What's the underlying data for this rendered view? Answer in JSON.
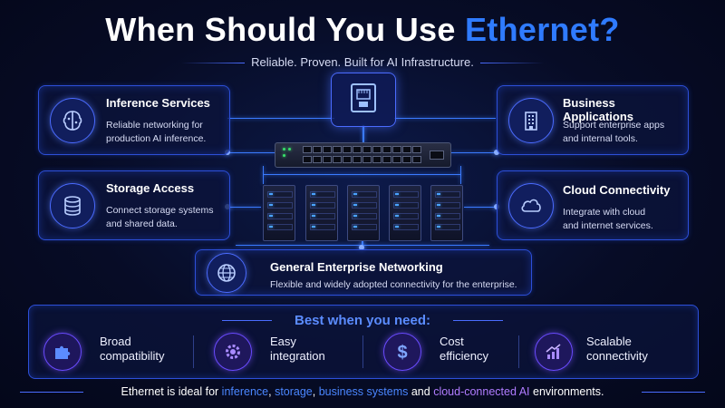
{
  "title": {
    "prefix": "When Should You Use ",
    "accent": "Ethernet?"
  },
  "subtitle": "Reliable. Proven. Built for AI Infrastructure.",
  "cards": {
    "inference": {
      "title": "Inference Services",
      "desc_line1": "Reliable networking for",
      "desc_line2": "production AI inference.",
      "icon": "brain-icon"
    },
    "storage": {
      "title": "Storage Access",
      "desc_line1": "Connect storage systems",
      "desc_line2": "and shared data.",
      "icon": "database-icon"
    },
    "business": {
      "title": "Business Applications",
      "desc_line1": "Support enterprise apps",
      "desc_line2": "and internal tools.",
      "icon": "building-icon"
    },
    "cloud": {
      "title": "Cloud Connectivity",
      "desc_line1": "Integrate with cloud",
      "desc_line2": "and internet services.",
      "icon": "cloud-icon"
    },
    "enterprise": {
      "title": "General Enterprise Networking",
      "desc": "Flexible and widely adopted connectivity for the enterprise.",
      "icon": "globe-icon"
    }
  },
  "best": {
    "heading": "Best when you need:",
    "items": [
      {
        "line1": "Broad",
        "line2": "compatibility",
        "icon": "puzzle-icon"
      },
      {
        "line1": "Easy",
        "line2": "integration",
        "icon": "gear-icon"
      },
      {
        "line1": "Cost",
        "line2": "efficiency",
        "icon": "dollar-icon"
      },
      {
        "line1": "Scalable",
        "line2": "connectivity",
        "icon": "growth-chart-icon"
      }
    ]
  },
  "footer": {
    "p1": "Ethernet is ideal for ",
    "h1": "inference",
    "p2": ", ",
    "h2": "storage",
    "p3": ", ",
    "h3": "business systems",
    "p4": " and ",
    "h4": "cloud-connected AI",
    "p5": " environments."
  },
  "colors": {
    "accent_blue": "#2f7bff",
    "accent_purple": "#b07cff",
    "background": "#070c26"
  }
}
